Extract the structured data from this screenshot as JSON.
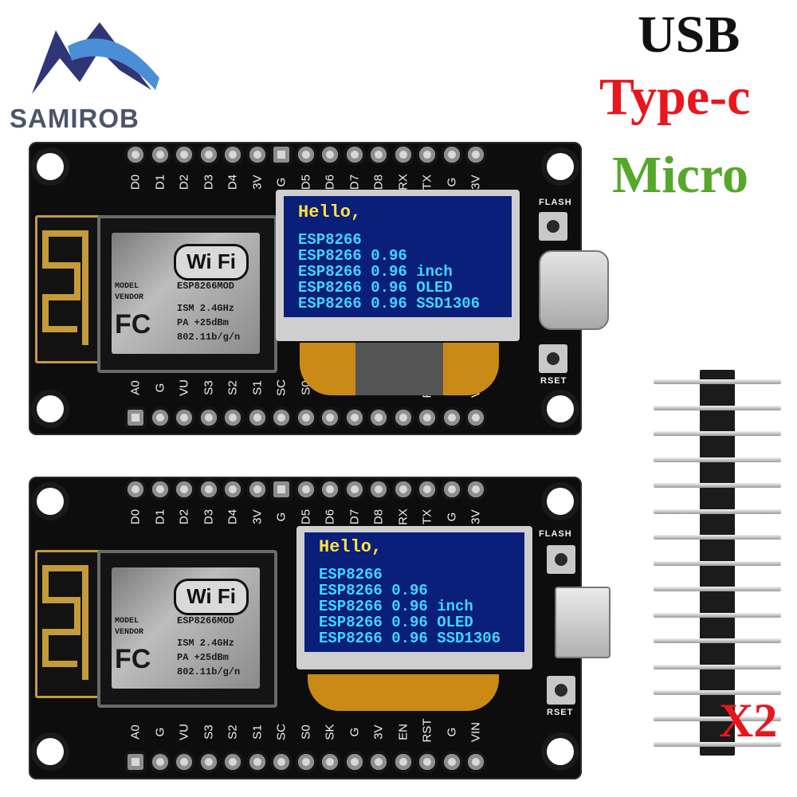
{
  "brand": {
    "name": "SAMIROB",
    "colors": {
      "dark": "#2f3576",
      "light": "#4a8fd6"
    }
  },
  "headings": {
    "usb": "USB",
    "type_c": "Type-c",
    "micro": "Micro",
    "quantity": "X2",
    "colors": {
      "usb": "#111111",
      "type_c": "#e8161d",
      "micro": "#55a829",
      "quantity": "#e8161d"
    }
  },
  "board_top_pins": [
    "D0",
    "D1",
    "D2",
    "D3",
    "D4",
    "3V",
    "G",
    "D5",
    "D6",
    "D7",
    "D8",
    "RX",
    "TX",
    "G",
    "3V"
  ],
  "board_bottom_pins": [
    "A0",
    "G",
    "VU",
    "S3",
    "S2",
    "S1",
    "SC",
    "S0",
    "SK",
    "G",
    "3V",
    "EN",
    "RST",
    "G",
    "VIN"
  ],
  "buttons": {
    "flash": "FLASH",
    "reset": "RSET"
  },
  "module": {
    "wifi": "Wi Fi",
    "model": "ESP8266MOD",
    "model_label": "MODEL",
    "vendor_label": "VENDOR",
    "fc": "FC",
    "ism": "ISM 2.4GHz",
    "pa": "PA  +25dBm",
    "std": "802.11b/g/n"
  },
  "oled": {
    "lines": [
      "Hello,",
      "ESP8266",
      "ESP8266 0.96",
      "ESP8266 0.96 inch",
      "ESP8266 0.96 OLED",
      "ESP8266 0.96 SSD1306"
    ],
    "colors": {
      "hello": "#ffe33b",
      "text": "#3fd7ff",
      "screen": "#0a1f7a"
    }
  },
  "variants": [
    {
      "connector": "USB Type-C"
    },
    {
      "connector": "Micro USB"
    }
  ]
}
